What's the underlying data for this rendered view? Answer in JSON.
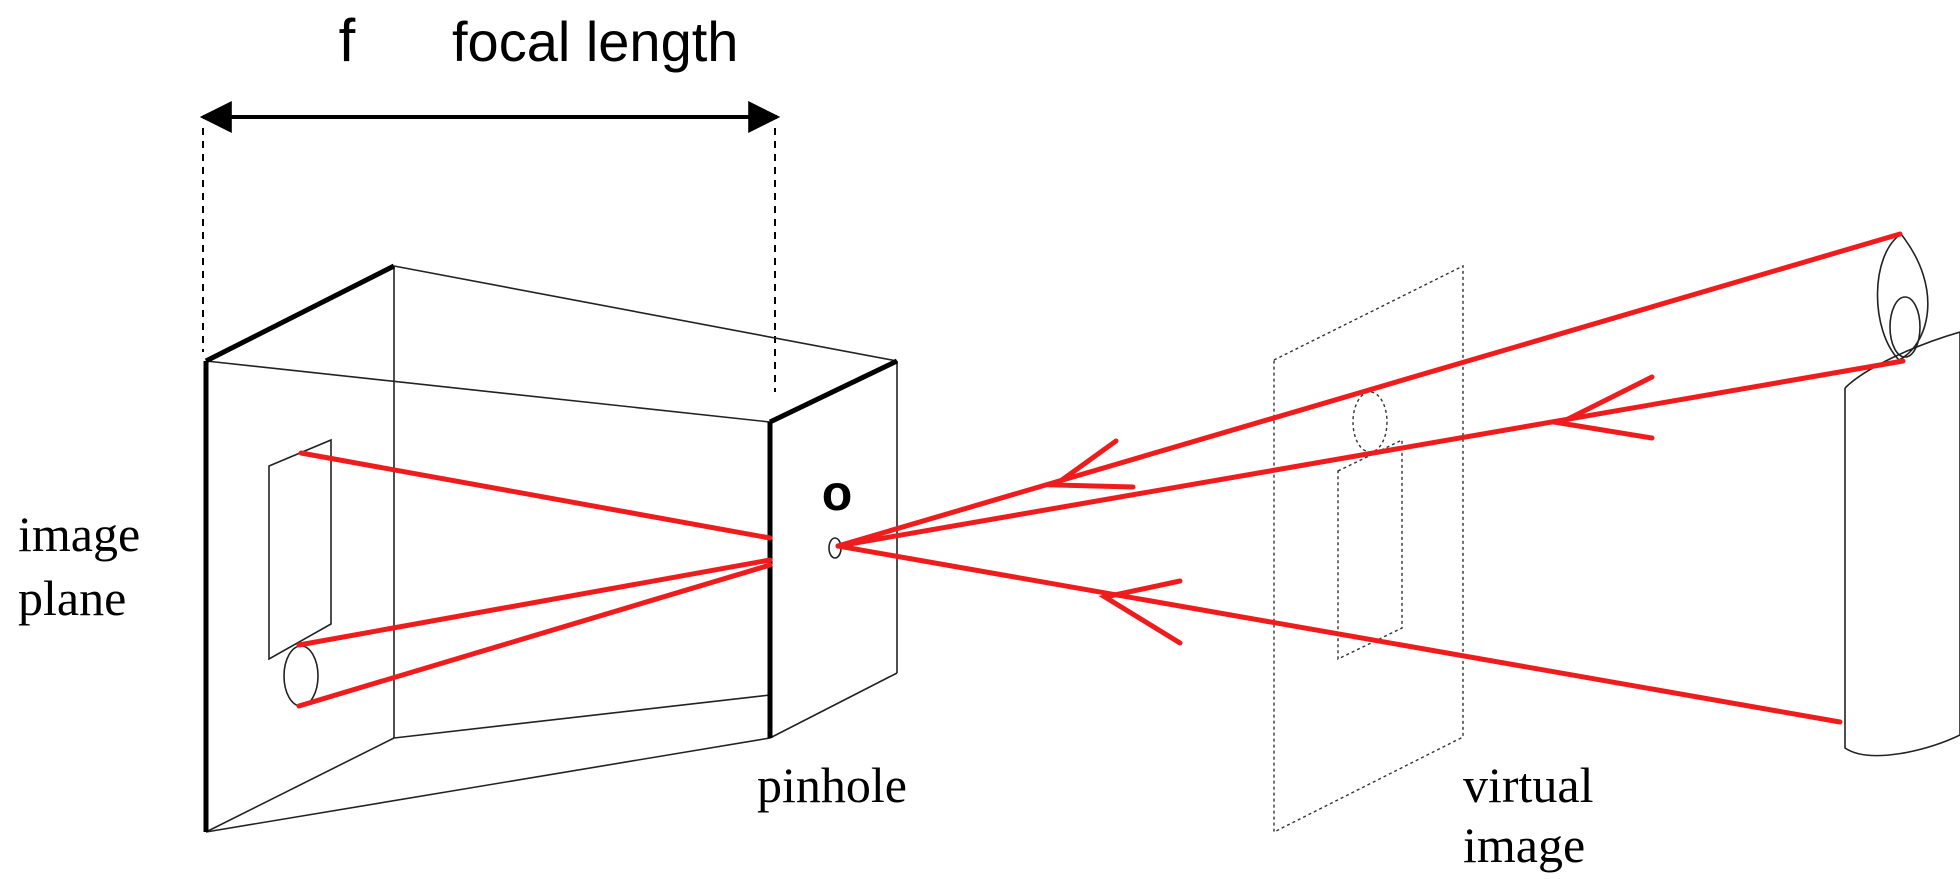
{
  "labels": {
    "f": "f",
    "focal_length": "focal length",
    "o": "o",
    "image_plane_line1": "image",
    "image_plane_line2": "plane",
    "pinhole": "pinhole",
    "virtual_image_line1": "virtual",
    "virtual_image_line2": "image"
  },
  "colors": {
    "ray": "#ee1c1c",
    "line": "#000000",
    "thin_line": "#222222",
    "background": "#ffffff"
  }
}
